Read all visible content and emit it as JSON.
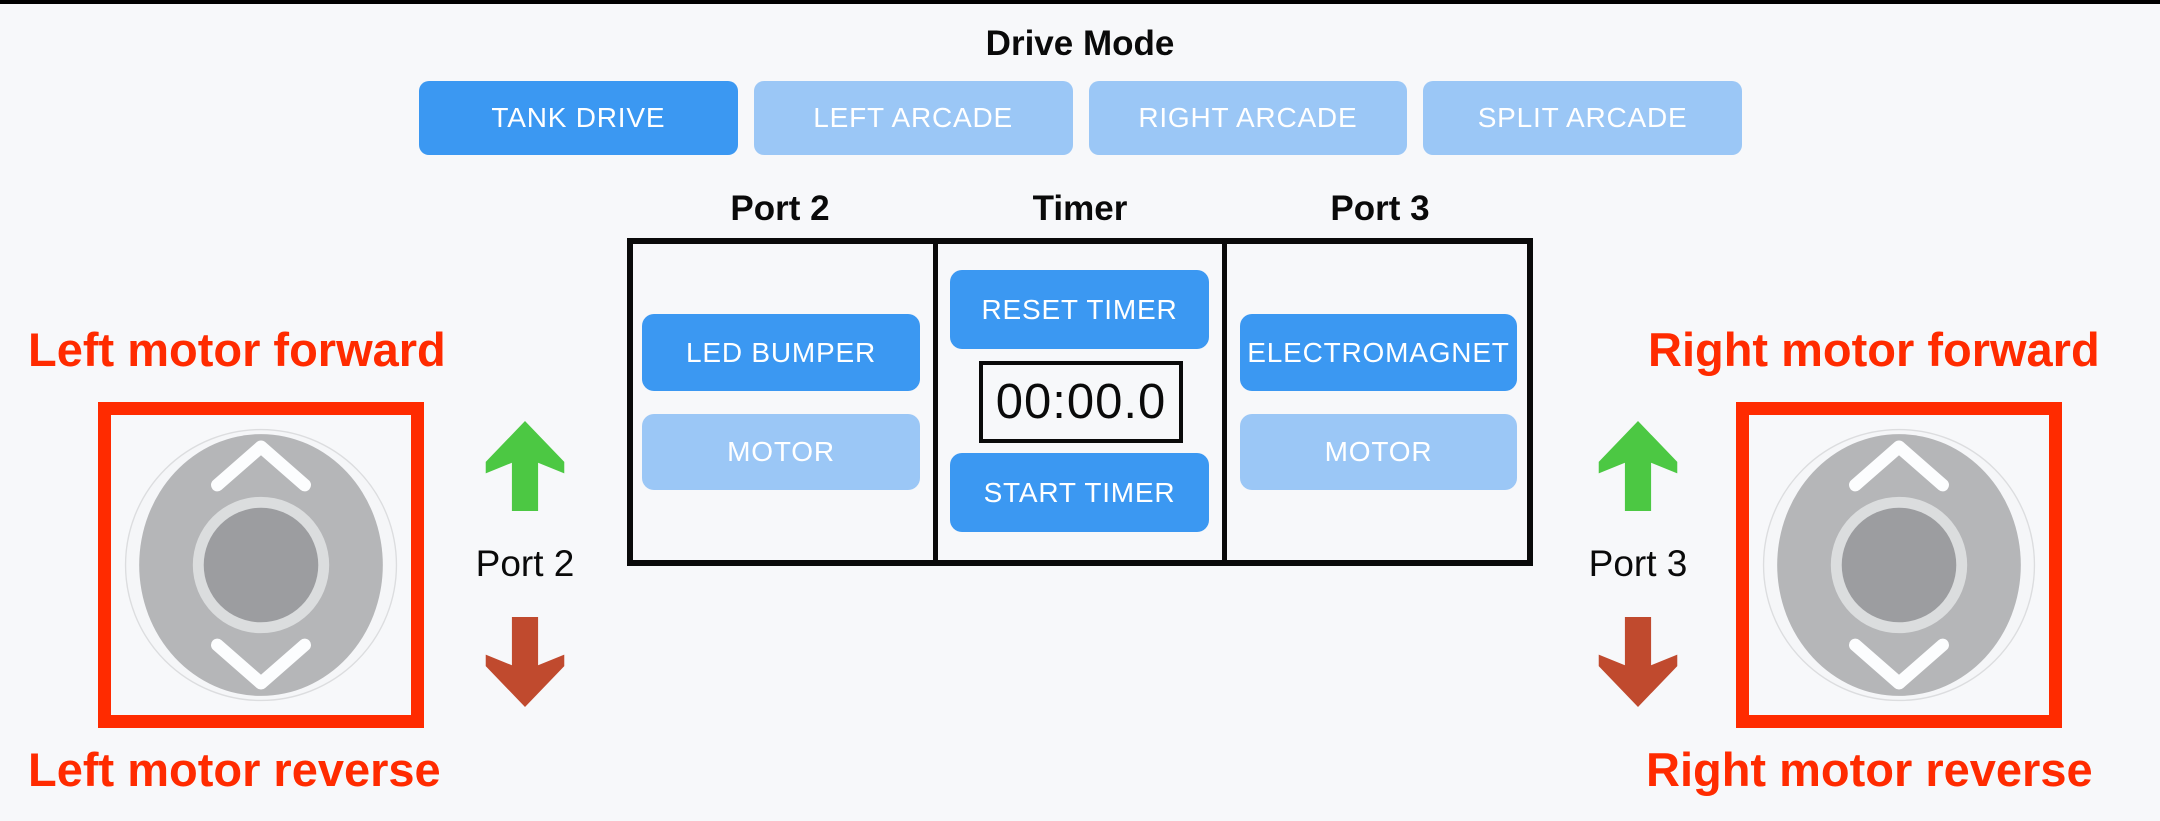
{
  "title": "Drive Mode",
  "drive_mode_buttons": [
    {
      "label": "TANK DRIVE",
      "active": true
    },
    {
      "label": "LEFT ARCADE",
      "active": false
    },
    {
      "label": "RIGHT ARCADE",
      "active": false
    },
    {
      "label": "SPLIT ARCADE",
      "active": false
    }
  ],
  "panel": {
    "columns": [
      {
        "header": "Port 2",
        "buttons": [
          {
            "label": "LED BUMPER",
            "active": true
          },
          {
            "label": "MOTOR",
            "active": false
          }
        ]
      },
      {
        "header": "Timer",
        "buttons": [
          {
            "label": "RESET TIMER",
            "active": true
          },
          {
            "label": "START TIMER",
            "active": true
          }
        ],
        "timer_value": "00:00.0"
      },
      {
        "header": "Port 3",
        "buttons": [
          {
            "label": "ELECTROMAGNET",
            "active": true
          },
          {
            "label": "MOTOR",
            "active": false
          }
        ]
      }
    ]
  },
  "left_annotation": {
    "forward_label": "Left motor forward",
    "reverse_label": "Left motor reverse",
    "port_label": "Port 2"
  },
  "right_annotation": {
    "forward_label": "Right motor forward",
    "reverse_label": "Right motor reverse",
    "port_label": "Port 3"
  },
  "icons": {
    "up_arrow": "green-up-arrow-icon",
    "down_arrow": "red-down-arrow-icon",
    "joystick_chevrons": "chevron-up-icon / chevron-down-icon"
  },
  "colors": {
    "background": "#F7F8FA",
    "accent_blue": "#3B98F2",
    "inactive_blue": "#9BC7F6",
    "annotation_red": "#FF2B00",
    "arrow_green": "#4CC843",
    "arrow_dark_red": "#C04A2E"
  }
}
